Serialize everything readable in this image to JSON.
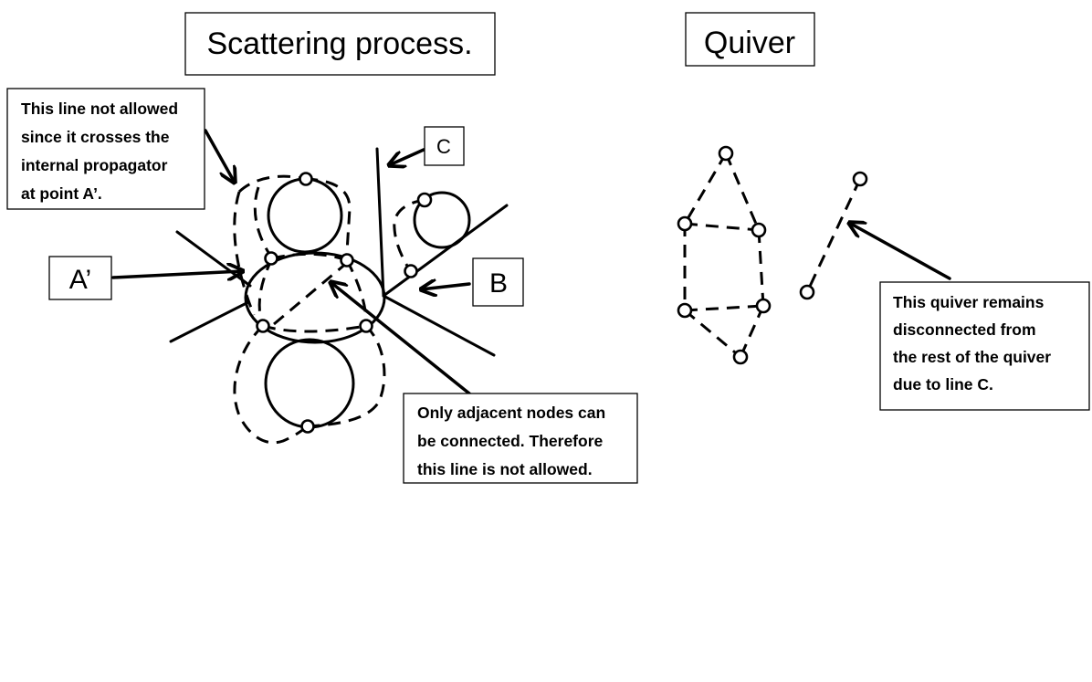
{
  "titles": {
    "scattering": "Scattering process.",
    "quiver": "Quiver"
  },
  "labels": {
    "a_prime": "A’",
    "b": "B",
    "c": "C"
  },
  "notes": {
    "crossing": [
      "This line not allowed",
      "since it crosses the",
      "internal propagator",
      "at point A’."
    ],
    "adjacent": [
      "Only adjacent nodes can",
      "be connected. Therefore",
      "this line is not allowed."
    ],
    "disconnected": [
      "This quiver remains",
      "disconnected from",
      "the rest of the quiver",
      "due to line C."
    ]
  }
}
